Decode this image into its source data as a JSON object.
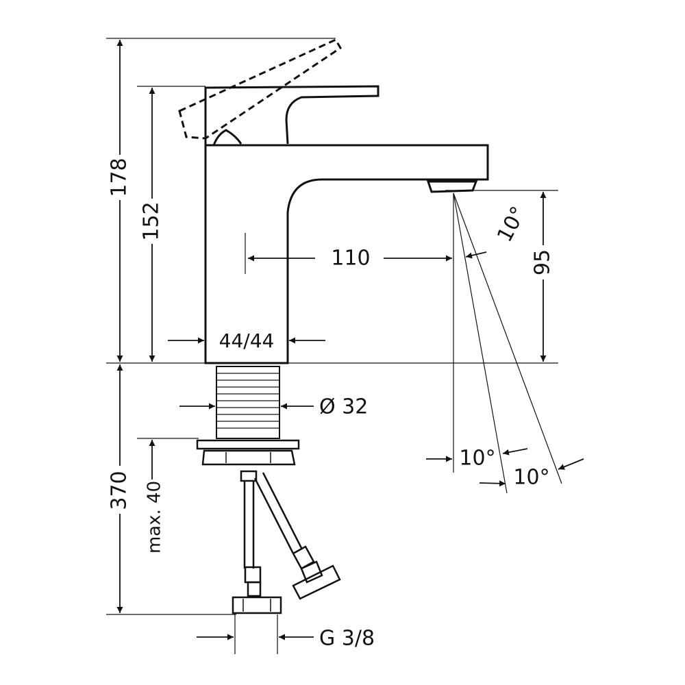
{
  "diagram": {
    "stroke_color": "#111111",
    "background_color": "#ffffff",
    "dimensions": {
      "overall_height": "178",
      "body_height": "152",
      "spout_reach": "110",
      "spout_outlet_height": "95",
      "spout_angle": "10°",
      "body_section": "44/44",
      "shank_diameter": "Ø 32",
      "hose_length": "370",
      "counter_thickness": "max. 40",
      "spray_angle_1": "10°",
      "spray_angle_2": "10°",
      "connection_thread": "G 3/8"
    }
  }
}
